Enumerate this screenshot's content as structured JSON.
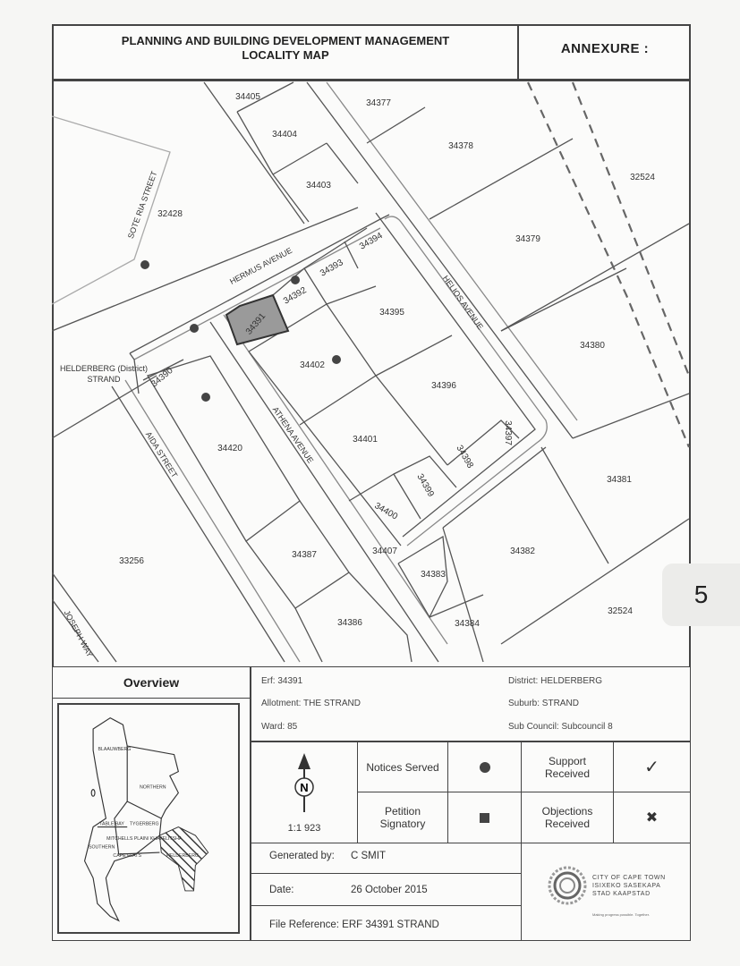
{
  "header": {
    "title_line1": "PLANNING AND BUILDING DEVELOPMENT MANAGEMENT",
    "title_line2": "LOCALITY MAP",
    "annexure": "ANNEXURE :"
  },
  "map": {
    "highlight_color": "#9a9a9a",
    "parcels": [
      "34405",
      "34377",
      "34404",
      "34378",
      "34403",
      "32524",
      "32428",
      "34394",
      "34379",
      "34393",
      "34392",
      "34391",
      "34395",
      "34380",
      "34402",
      "34390",
      "34396",
      "34397",
      "34420",
      "34401",
      "34398",
      "34399",
      "34381",
      "34400",
      "34407",
      "34383",
      "34382",
      "33256",
      "34387",
      "34384",
      "32524",
      "34386"
    ],
    "streets": [
      "HERMUS AVENUE",
      "HELIOS AVENUE",
      "ATHENA AVENUE",
      "AIDA STREET",
      "SOTE RIA STREET",
      "JOSEPH WAY"
    ],
    "district_label_line1": "HELDERBERG (District)",
    "district_label_line2": "STRAND"
  },
  "overview": {
    "title": "Overview",
    "regions": [
      "BLAAUWBERG",
      "NORTHERN",
      "TABLE BAY",
      "TYGERBERG",
      "SOUTHERN",
      "MITCHELLS PLAIN/ KHAYELITSHA",
      "CAPE FLATS",
      "HELDERBERG"
    ]
  },
  "info": {
    "erf": "Erf: 34391",
    "allotment": "Allotment: THE STRAND",
    "ward": "Ward:  85",
    "district": "District: HELDERBERG",
    "suburb": "Suburb: STRAND",
    "subcouncil": "Sub Council:  Subcouncil 8"
  },
  "legend": {
    "north": "N",
    "scale": "1:1 923",
    "notices_served": "Notices Served",
    "petition_signatory": "Petition Signatory",
    "support_received": "Support Received",
    "objections_received": "Objections Received",
    "support_symbol": "✓",
    "objection_symbol": "✖"
  },
  "footer": {
    "generated_label": "Generated by:",
    "generated_value": "C SMIT",
    "date_label": "Date:",
    "date_value": "26 October 2015",
    "file_ref": "File Reference: ERF 34391 STRAND"
  },
  "logo": {
    "line1": "CITY OF CAPE TOWN",
    "line2": "ISIXEKO SASEKAPA",
    "line3": "STAD KAAPSTAD",
    "tagline": "Making progress possible. Together."
  },
  "page_badge": "5"
}
